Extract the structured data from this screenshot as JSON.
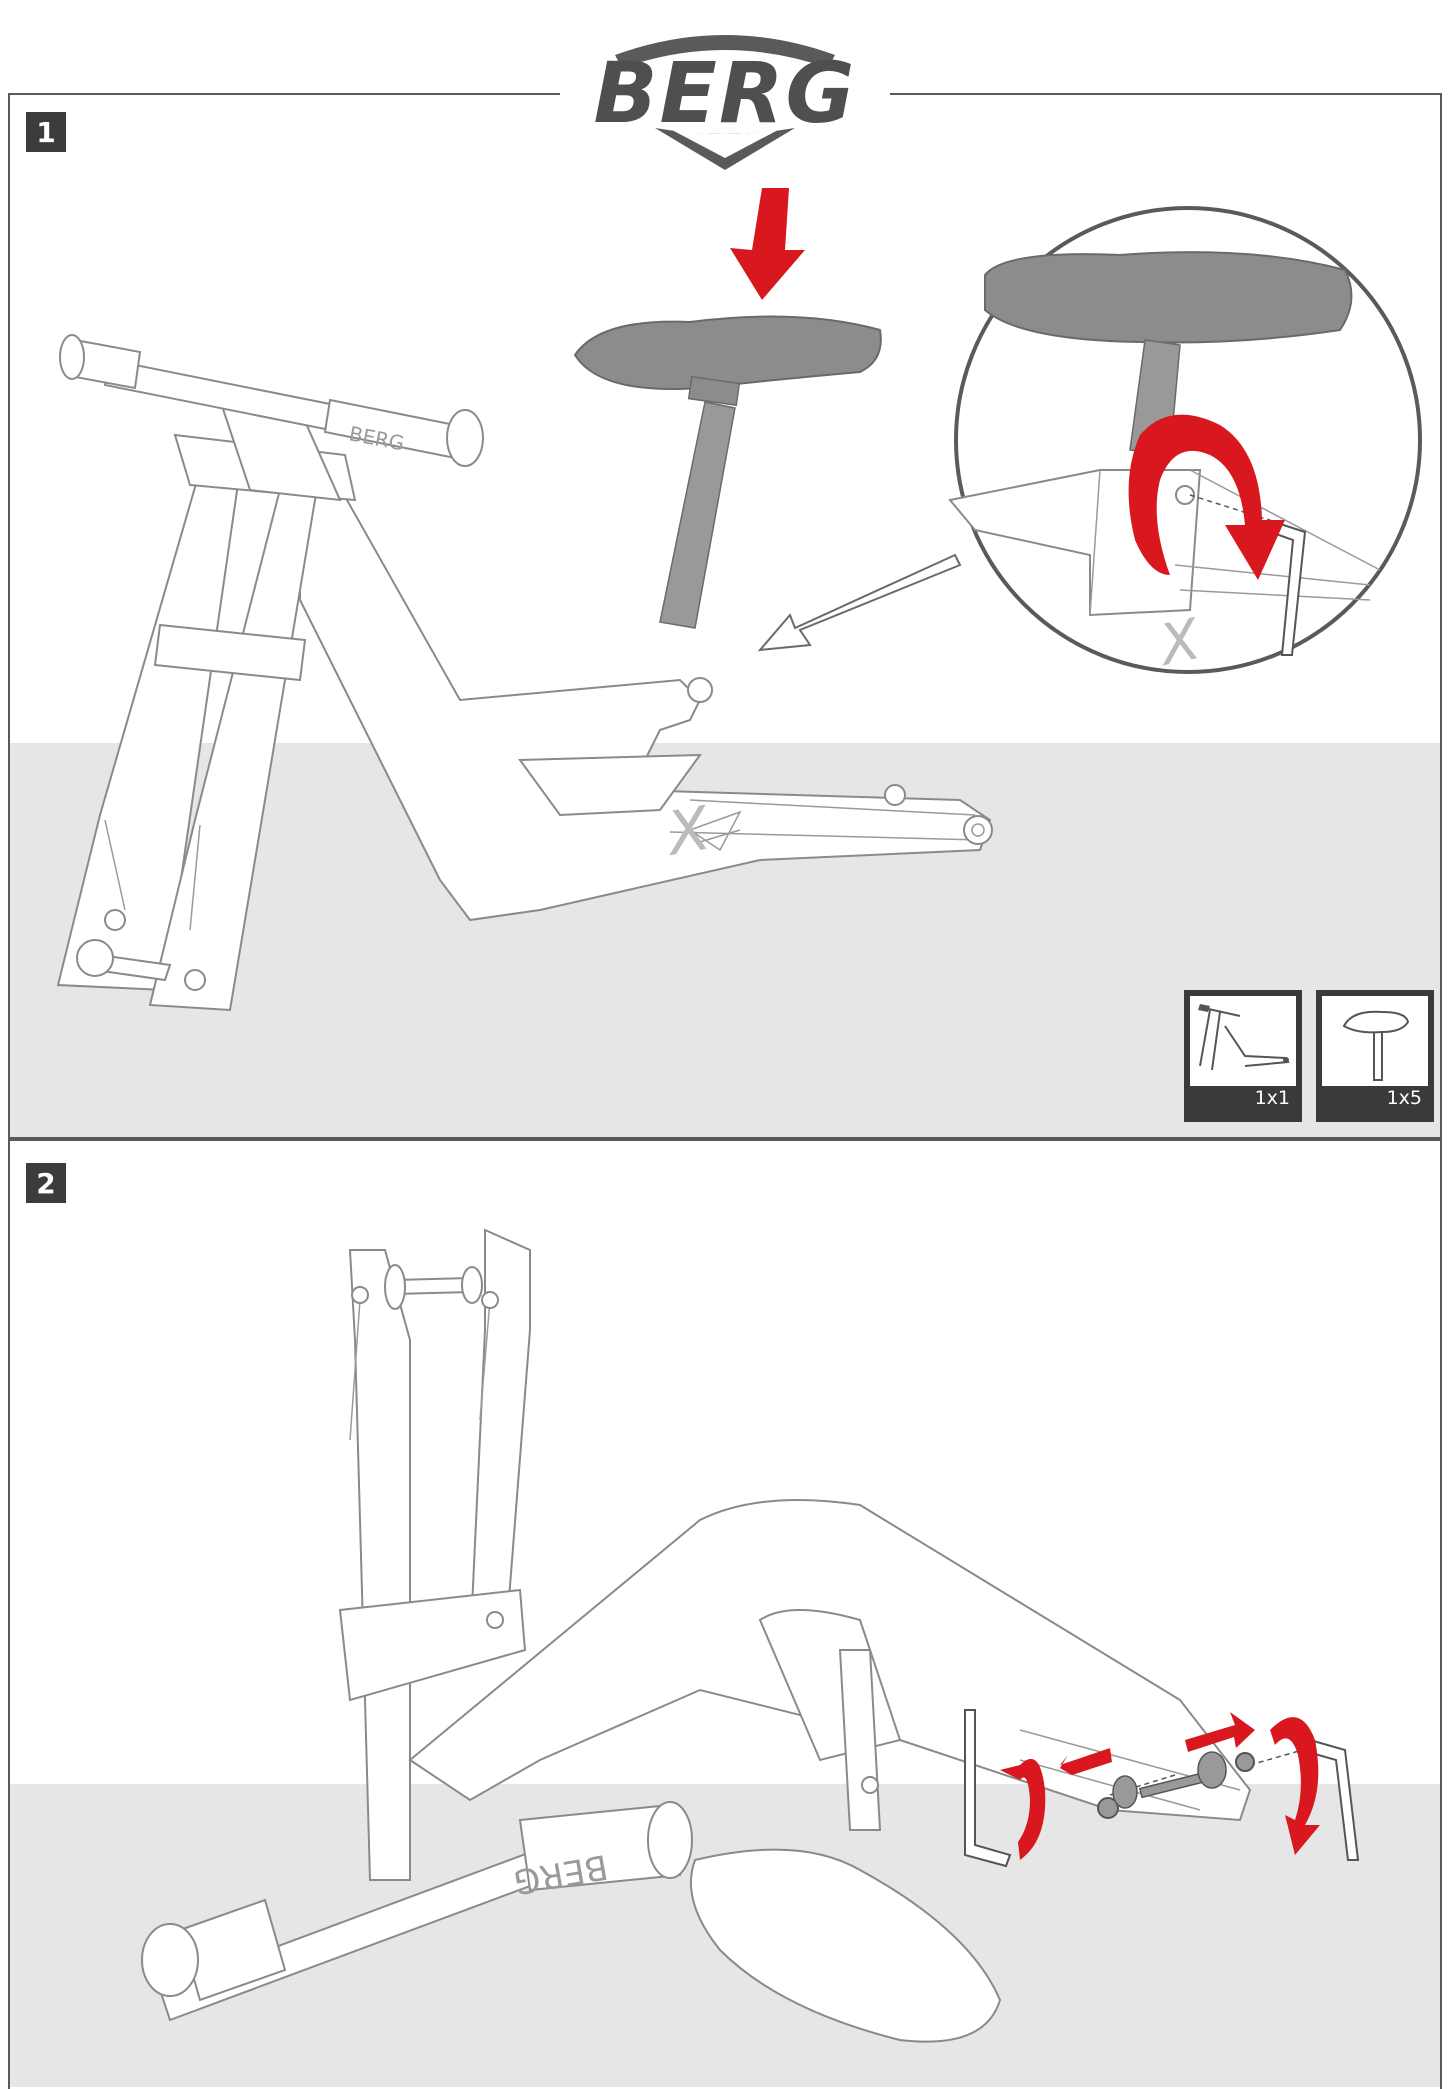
{
  "brand": {
    "logo_text": "BERG"
  },
  "colors": {
    "accent_red": "#d8181e",
    "frame_line": "#8a8a8a",
    "saddle_gray": "#8c8c8c",
    "ground_gray": "#e6e6e6",
    "badge_dark": "#3c3c3c"
  },
  "steps": [
    {
      "number": "1",
      "parts": [
        {
          "icon": "bike-frame-icon",
          "qty": "1x1"
        },
        {
          "icon": "saddle-icon",
          "qty": "1x5"
        }
      ]
    },
    {
      "number": "2"
    }
  ]
}
